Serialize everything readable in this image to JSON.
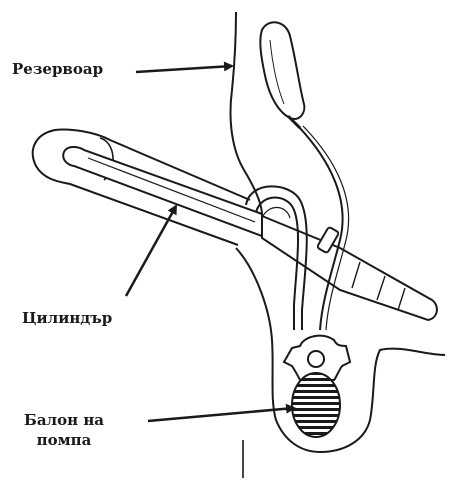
{
  "labels": {
    "reservoir": "Резервоар",
    "cylinder": "Цилиндър",
    "pump_line1": "Балон на",
    "pump_line2": "помпа"
  },
  "colors": {
    "ink": "#1a1a1a",
    "background": "#ffffff"
  }
}
